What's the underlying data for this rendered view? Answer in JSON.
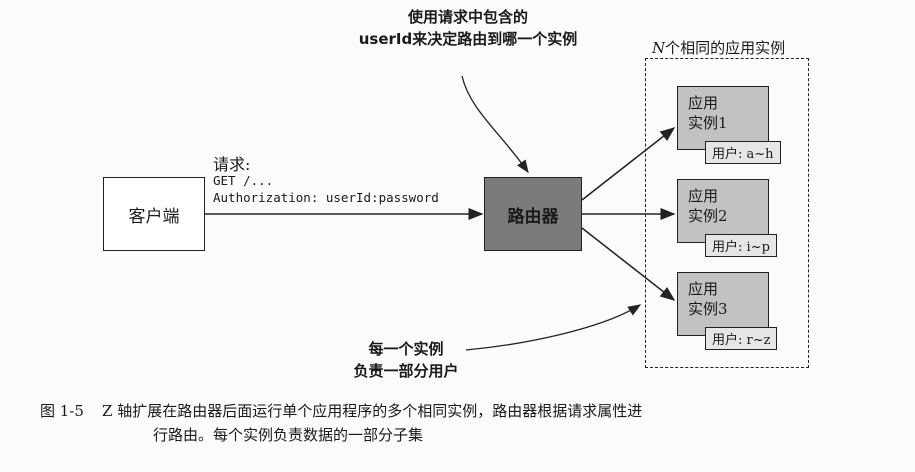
{
  "diagram": {
    "top_annotation": [
      "使用请求中包含的",
      "userId来决定路由到哪一个实例"
    ],
    "bottom_annotation": [
      "每一个实例",
      "负责一部分用户"
    ],
    "client_label": "客户端",
    "router_label": "路由器",
    "request": {
      "title": "请求:",
      "lines": [
        "GET /...",
        "Authorization: userId:password"
      ]
    },
    "pool_title_var": "N",
    "pool_title_text": "个相同的应用实例",
    "instances": [
      {
        "line1": "应用",
        "line2": "实例1",
        "users": "用户: a~h"
      },
      {
        "line1": "应用",
        "line2": "实例2",
        "users": "用户: i~p"
      },
      {
        "line1": "应用",
        "line2": "实例3",
        "users": "用户: r~z"
      }
    ]
  },
  "caption": {
    "number": "图 1-5",
    "line1": "Z 轴扩展在路由器后面运行单个应用程序的多个相同实例，路由器根据请求属性进",
    "line2": "行路由。每个实例负责数据的一部分子集"
  },
  "colors": {
    "router_fill": "#7b7b7b",
    "instance_fill": "#c2c2c2",
    "user_tag_fill": "#e6e6e6"
  }
}
